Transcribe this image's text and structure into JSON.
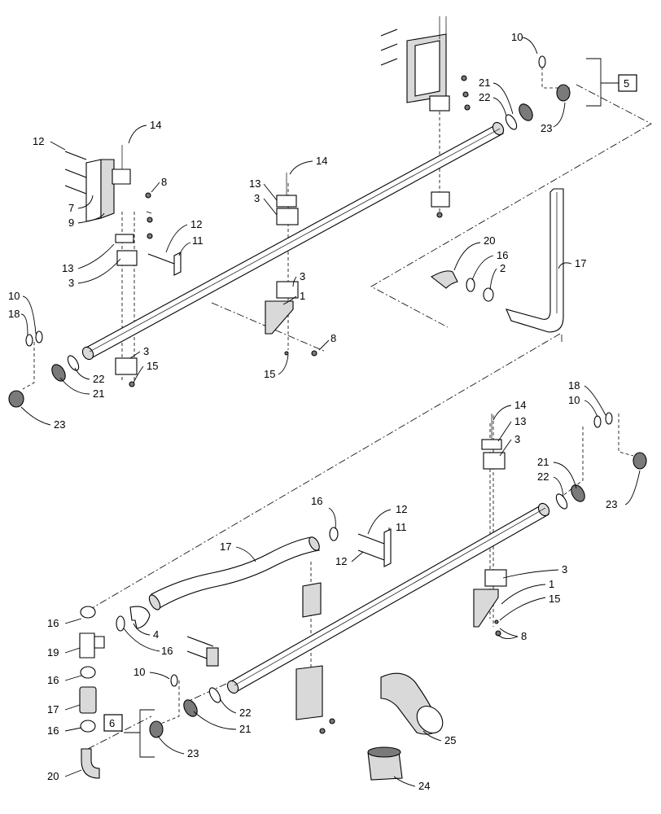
{
  "callouts": [
    {
      "id": "c10a",
      "text": "10"
    },
    {
      "id": "c21a",
      "text": "21"
    },
    {
      "id": "c22a",
      "text": "22"
    },
    {
      "id": "c23a",
      "text": "23"
    },
    {
      "id": "c5box",
      "text": "5"
    },
    {
      "id": "c12a",
      "text": "12"
    },
    {
      "id": "c14a",
      "text": "14"
    },
    {
      "id": "c8a",
      "text": "8"
    },
    {
      "id": "c7a",
      "text": "7"
    },
    {
      "id": "c9a",
      "text": "9"
    },
    {
      "id": "c13a",
      "text": "13"
    },
    {
      "id": "c3a",
      "text": "3"
    },
    {
      "id": "c14b",
      "text": "14"
    },
    {
      "id": "c13b",
      "text": "13"
    },
    {
      "id": "c3b",
      "text": "3"
    },
    {
      "id": "c12b",
      "text": "12"
    },
    {
      "id": "c11a",
      "text": "11"
    },
    {
      "id": "c13c",
      "text": "13"
    },
    {
      "id": "c3c",
      "text": "3"
    },
    {
      "id": "c3d",
      "text": "3"
    },
    {
      "id": "c1a",
      "text": "1"
    },
    {
      "id": "c17a",
      "text": "17"
    },
    {
      "id": "c20a",
      "text": "20"
    },
    {
      "id": "c16a",
      "text": "16"
    },
    {
      "id": "c2a",
      "text": "2"
    },
    {
      "id": "c10b",
      "text": "10"
    },
    {
      "id": "c18a",
      "text": "18"
    },
    {
      "id": "c8b",
      "text": "8"
    },
    {
      "id": "c3e",
      "text": "3"
    },
    {
      "id": "c15a",
      "text": "15"
    },
    {
      "id": "c15b",
      "text": "15"
    },
    {
      "id": "c22b",
      "text": "22"
    },
    {
      "id": "c21b",
      "text": "21"
    },
    {
      "id": "c23b",
      "text": "23"
    },
    {
      "id": "c18b",
      "text": "18"
    },
    {
      "id": "c10c",
      "text": "10"
    },
    {
      "id": "c14c",
      "text": "14"
    },
    {
      "id": "c13d",
      "text": "13"
    },
    {
      "id": "c3f",
      "text": "3"
    },
    {
      "id": "c21c",
      "text": "21"
    },
    {
      "id": "c22c",
      "text": "22"
    },
    {
      "id": "c23c",
      "text": "23"
    },
    {
      "id": "c16b",
      "text": "16"
    },
    {
      "id": "c12c",
      "text": "12"
    },
    {
      "id": "c11b",
      "text": "11"
    },
    {
      "id": "c12d",
      "text": "12"
    },
    {
      "id": "c17b",
      "text": "17"
    },
    {
      "id": "c3g",
      "text": "3"
    },
    {
      "id": "c1b",
      "text": "1"
    },
    {
      "id": "c15c",
      "text": "15"
    },
    {
      "id": "c8c",
      "text": "8"
    },
    {
      "id": "c16c",
      "text": "16"
    },
    {
      "id": "c19a",
      "text": "19"
    },
    {
      "id": "c4a",
      "text": "4"
    },
    {
      "id": "c16d",
      "text": "16"
    },
    {
      "id": "c16e",
      "text": "16"
    },
    {
      "id": "c17c",
      "text": "17"
    },
    {
      "id": "c10d",
      "text": "10"
    },
    {
      "id": "c22d",
      "text": "22"
    },
    {
      "id": "c21d",
      "text": "21"
    },
    {
      "id": "c6box",
      "text": "6"
    },
    {
      "id": "c16f",
      "text": "16"
    },
    {
      "id": "c23d",
      "text": "23"
    },
    {
      "id": "c20b",
      "text": "20"
    },
    {
      "id": "c25a",
      "text": "25"
    },
    {
      "id": "c24a",
      "text": "24"
    }
  ]
}
